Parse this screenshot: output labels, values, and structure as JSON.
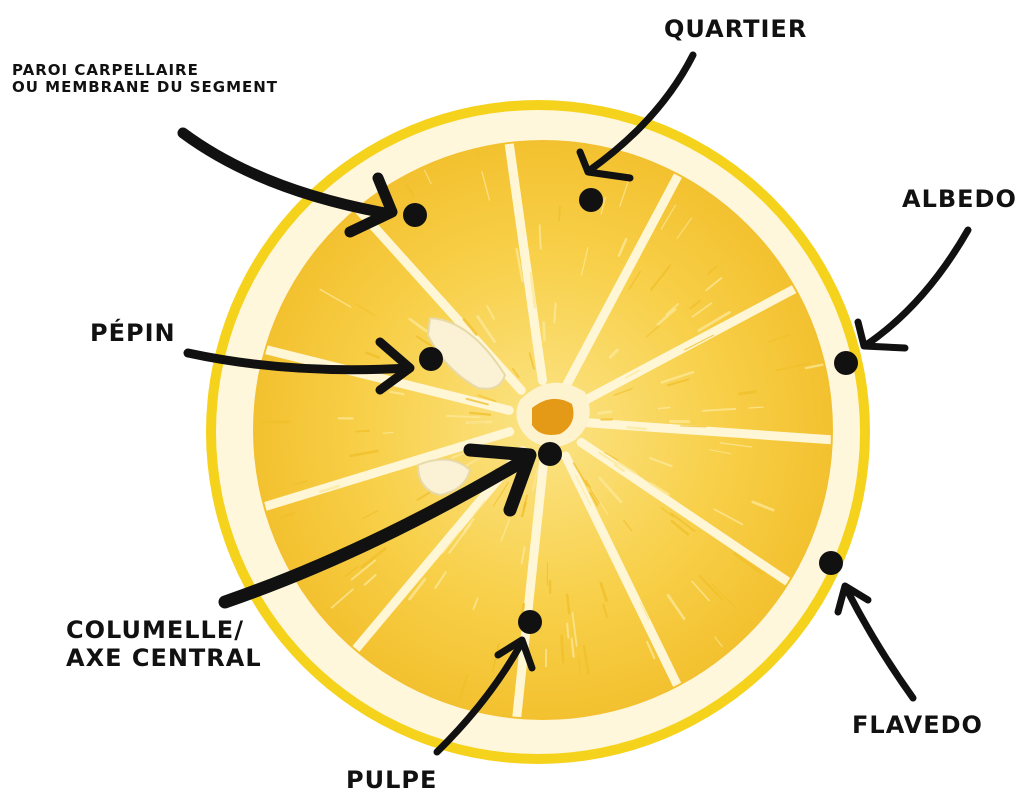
{
  "labels": {
    "paroi_line1": "PAROI CARPELLAIRE",
    "paroi_line2": "OU MEMBRANE DU SEGMENT",
    "quartier": "QUARTIER",
    "albedo": "ALBEDO",
    "pepin": "PÉPIN",
    "columelle_line1": "COLUMELLE/",
    "columelle_line2": "AXE CENTRAL",
    "flavedo": "FLAVEDO",
    "pulpe": "PULPE"
  },
  "colors": {
    "background": "#ffffff",
    "text": "#111111",
    "arrow": "#111111",
    "rind": "#f5d21c",
    "albedo": "#fff7dc",
    "pulp": "#f8cf48",
    "membrane": "#fff6d6",
    "core": "#e59a17"
  }
}
